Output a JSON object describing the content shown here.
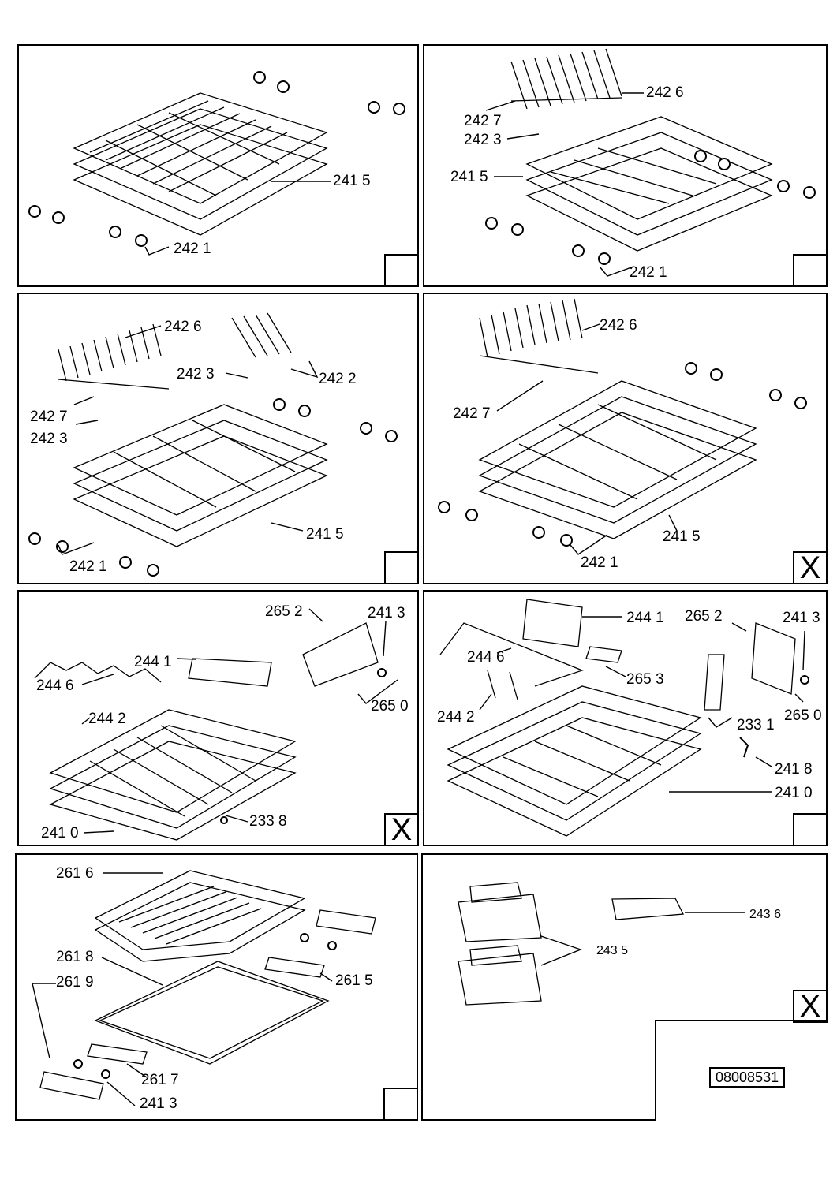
{
  "panels": [
    {
      "labels": [
        "242 1",
        "241 5"
      ],
      "corner": ""
    },
    {
      "labels": [
        "242 6",
        "242 7",
        "242 3",
        "241 5",
        "242 1"
      ],
      "corner": ""
    },
    {
      "labels": [
        "242 6",
        "242 3",
        "242 2",
        "242 7",
        "242 3",
        "241 5",
        "242 1"
      ],
      "corner": ""
    },
    {
      "labels": [
        "242 6",
        "242 7",
        "241 5",
        "242 1"
      ],
      "corner": "X"
    },
    {
      "labels": [
        "265 2",
        "241 3",
        "244 1",
        "244 6",
        "265 0",
        "244 2",
        "233 8",
        "241 0"
      ],
      "corner": "X"
    },
    {
      "labels": [
        "244 1",
        "265 2",
        "241 3",
        "244 6",
        "265 3",
        "244 2",
        "233 1",
        "265 0",
        "241 8",
        "241 0"
      ],
      "corner": ""
    },
    {
      "labels": [
        "261 6",
        "261 8",
        "261 9",
        "261 5",
        "261 7",
        "241 3"
      ],
      "corner": ""
    },
    {
      "labels": [
        "243 6",
        "243 5"
      ],
      "corner": "X"
    }
  ],
  "document_code": "08008531"
}
